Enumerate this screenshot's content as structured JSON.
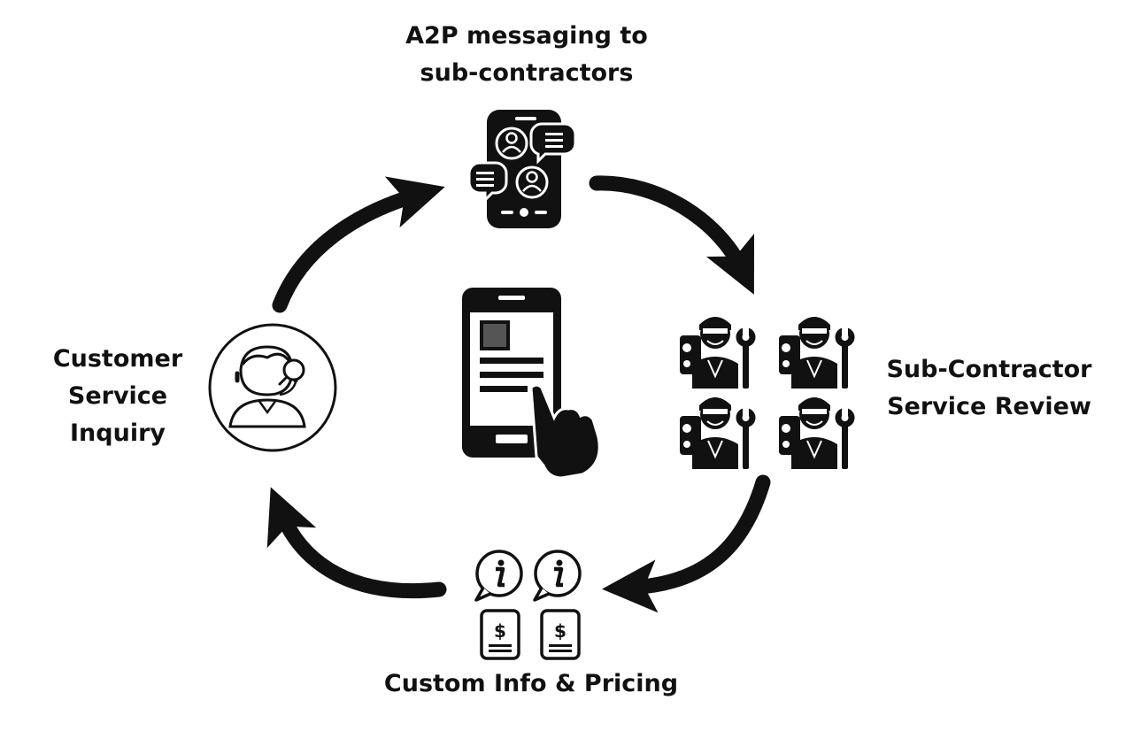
{
  "diagram": {
    "nodes": {
      "messaging": {
        "label_lines": [
          "A2P messaging to",
          "sub-contractors"
        ],
        "icon": "phone-chat-icon"
      },
      "review": {
        "label_lines": [
          "Sub-Contractor",
          "Service Review"
        ],
        "icon": "contractor-group-icon"
      },
      "pricing": {
        "label_lines": [
          "Custom Info & Pricing"
        ],
        "icon": "info-price-icon"
      },
      "inquiry": {
        "label_lines": [
          "Customer",
          "Service",
          "Inquiry"
        ],
        "icon": "customer-support-icon"
      },
      "center": {
        "icon": "smartphone-tap-icon"
      }
    },
    "cycle_order": [
      "inquiry",
      "messaging",
      "review",
      "pricing",
      "inquiry"
    ],
    "colors": {
      "ink": "#111111",
      "background": "#ffffff"
    }
  }
}
